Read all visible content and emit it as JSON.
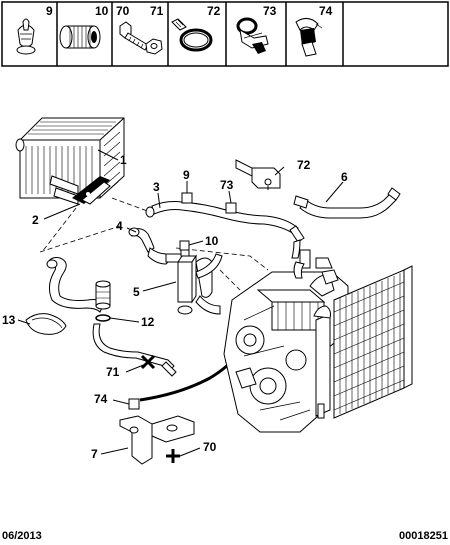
{
  "legend": {
    "items": [
      {
        "number": "9",
        "icon": "clip-icon"
      },
      {
        "number": "10",
        "icon": "sleeve-icon"
      },
      {
        "number": "70",
        "icon": "bolt-icon"
      },
      {
        "number": "71",
        "icon": "nut-icon"
      },
      {
        "number": "72",
        "icon": "hose-clamp-icon"
      },
      {
        "number": "73",
        "icon": "bracket-clip-icon"
      },
      {
        "number": "74",
        "icon": "hose-clip-icon"
      }
    ]
  },
  "callouts": [
    "1",
    "2",
    "3",
    "4",
    "5",
    "6",
    "7",
    "9",
    "10",
    "12",
    "13",
    "70",
    "71",
    "72",
    "73",
    "74"
  ],
  "footer": {
    "date": "06/2013",
    "reference": "00018251"
  }
}
